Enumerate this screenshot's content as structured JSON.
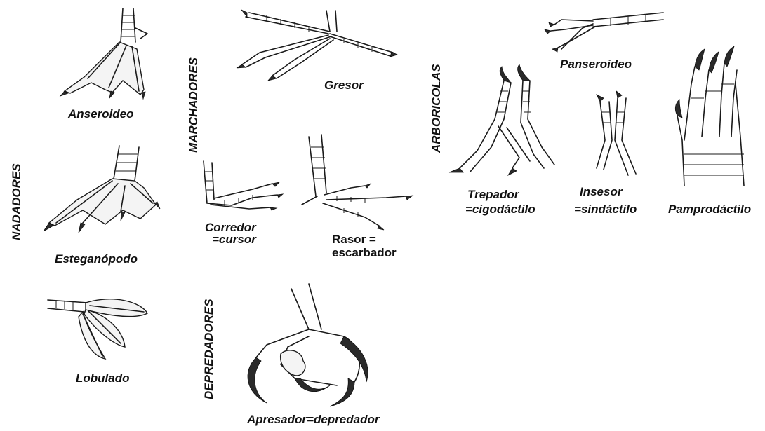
{
  "groups": {
    "swimmers": "NADADORES",
    "walkers": "MARCHADORES",
    "arboreal": "ARBORICOLAS",
    "predators": "DEPREDADORES"
  },
  "feet": {
    "anseroideo": "Anseroideo",
    "esteganopodo": "Esteganópodo",
    "lobulado": "Lobulado",
    "gresor": "Gresor",
    "corredor_1": "Corredor",
    "corredor_2": "=cursor",
    "rasor_1": "Rasor =",
    "rasor_2": "escarbador",
    "apresador": "Apresador=depredador",
    "panseroideo": "Panseroideo",
    "trepador_1": "Trepador",
    "trepador_2": "=cigodáctilo",
    "insesor_1": "Insesor",
    "insesor_2": "=sindáctilo",
    "pamprodactilo": "Pamprodáctilo"
  },
  "icons": [
    "webbed-foot-icon",
    "totipalmate-foot-icon",
    "lobed-foot-icon",
    "wading-foot-icon",
    "running-foot-icon",
    "scratching-foot-icon",
    "raptor-foot-icon",
    "perching-foot-icon",
    "zygodactyl-foot-icon",
    "syndactyl-foot-icon",
    "pamprodactyl-foot-icon"
  ]
}
